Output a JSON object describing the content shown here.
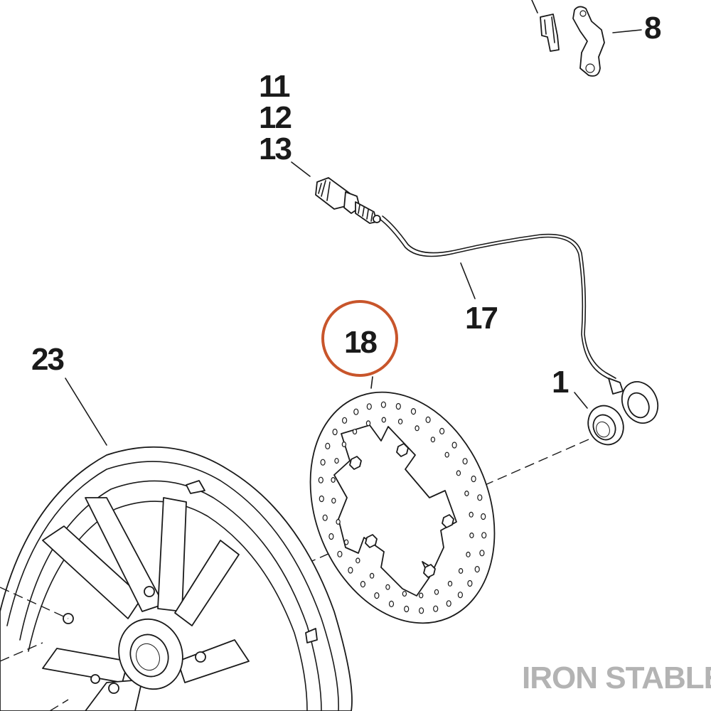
{
  "callouts": {
    "c8": "8",
    "c11": "11",
    "c12": "12",
    "c13": "13",
    "c17": "17",
    "c18": "18",
    "c23": "23",
    "c1": "1"
  },
  "watermark": "IRON STABLE",
  "colors": {
    "line": "#1a1a1a",
    "highlight": "#c8552b",
    "watermark": "#b3b3b3",
    "background": "#ffffff"
  }
}
